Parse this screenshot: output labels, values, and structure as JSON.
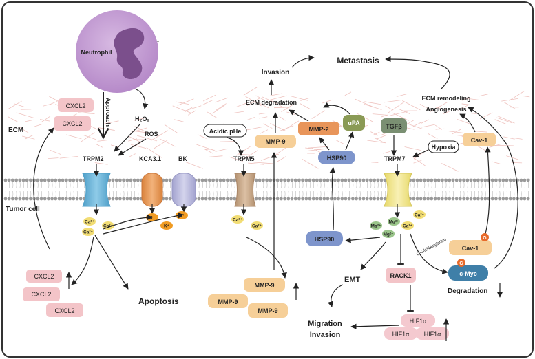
{
  "cells": {
    "neutrophil": "Neutrophil",
    "tumor_cell": "Tumor cell",
    "ecm": "ECM"
  },
  "signals": {
    "approach": "Approach",
    "h2o2": "H₂O₂",
    "ros": "ROS",
    "acidic_phe": "Acidic pHe",
    "hypoxia": "Hypoxia",
    "tgfb": "TGFβ"
  },
  "channels": {
    "trpm2": "TRPM2",
    "kca31": "KCA3.1",
    "bk": "BK",
    "trpm5": "TRPM5",
    "trpm7": "TRPM7"
  },
  "ions": {
    "ca": "Ca²⁺",
    "k": "K⁺",
    "mg": "Mg²⁺"
  },
  "proteins": {
    "cxcl2": "CXCL2",
    "mmp9": "MMP-9",
    "mmp2": "MMP-2",
    "upa": "uPA",
    "hsp90": "HSP90",
    "cav1": "Cav-1",
    "cmyc": "c-Myc",
    "rack1": "RACK1",
    "hif1a": "HIF1α",
    "g_marker": "G"
  },
  "processes": {
    "metastasis": "Metastasis",
    "invasion": "Invasion",
    "ecm_degradation": "ECM degradation",
    "ecm_remodeling": "ECM remodeling",
    "angiogenesis": "Angiogenesis",
    "apoptosis": "Apoptosis",
    "emt": "EMT",
    "migration": "Migration",
    "invasion2": "Invasion",
    "degradation": "Degradation",
    "o_glcnacylation": "O-GlcNAcylation"
  },
  "colors": {
    "border": "#333333",
    "membrane_head": "#9a9a9a",
    "neutrophil": "#c7a2d4",
    "nucleus": "#7b4f8c",
    "cxcl2": "#f3c4c8",
    "mmp9": "#f6cf98",
    "mmp2": "#e8955a",
    "upa": "#8a9a55",
    "hsp90": "#7e95cc",
    "tgfb": "#7a8f72",
    "cav1": "#f6cf98",
    "cmyc": "#3f7fa8",
    "g_marker": "#e86a2a",
    "hif1a": "#f4c9cf",
    "trpm2": "#6cb4d8",
    "kca31": "#e89a55",
    "bk": "#b9b9dc",
    "trpm5": "#c9a98a",
    "trpm7": "#efe58e",
    "ca_ion": "#f2dd74",
    "k_ion": "#f09b22",
    "mg_ion": "#9ac58a"
  }
}
